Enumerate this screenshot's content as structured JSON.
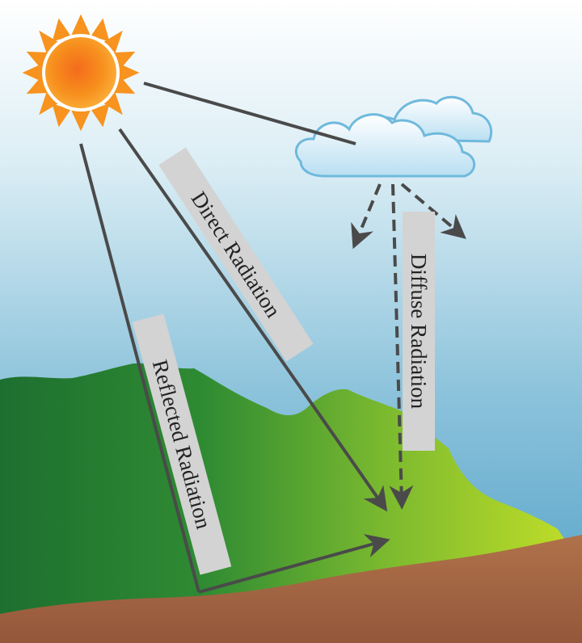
{
  "labels": {
    "direct": "Direct Radiation",
    "diffuse": "Diffuse Radiation",
    "reflected": "Reflected Radiation"
  },
  "colors": {
    "sky_top": "#ffffff",
    "sky_bottom": "#5aa9cc",
    "sun": "#f7931e",
    "arrow": "#4a4a4a",
    "label_box": "#d3d3d3",
    "mountain_dark": "#1f7a35",
    "mountain_light": "#b5d92a",
    "ground": "#a86a45"
  }
}
